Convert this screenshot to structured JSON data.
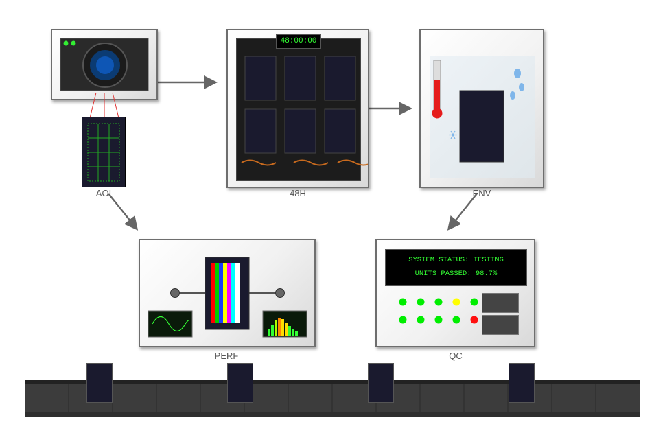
{
  "stations": {
    "aoi": {
      "label": "AOI"
    },
    "h48": {
      "label": "48H",
      "timer": "48:00:00"
    },
    "env": {
      "label": "ENV"
    },
    "perf": {
      "label": "PERF"
    },
    "qc": {
      "label": "QC",
      "status_line": "SYSTEM STATUS: TESTING",
      "units_line": "UNITS PASSED: 98.7%",
      "led_rows": [
        [
          "#00ee00",
          "#00ee00",
          "#00ee00",
          "#ffff00",
          "#00ee00"
        ],
        [
          "#00ee00",
          "#00ee00",
          "#00ee00",
          "#00ee00",
          "#ff1010"
        ]
      ]
    }
  },
  "colors": {
    "panel": "#1a1a2e",
    "screen_green": "#33ff33",
    "arrow": "#666666",
    "thermometer": "#e51c1c",
    "heating_wave": "#c86a1e",
    "conveyor": "#3c3c3c"
  },
  "icons": {
    "camera": "camera-icon",
    "thermometer": "thermometer-icon",
    "droplet": "water-droplet-icon",
    "snowflake": "snowflake-icon"
  }
}
